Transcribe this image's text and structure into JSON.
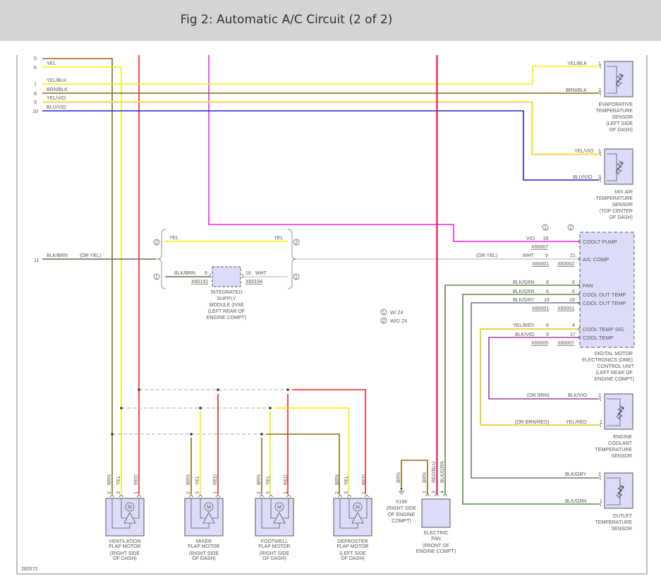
{
  "title": "Fig 2: Automatic A/C Circuit (2 of 2)",
  "figure_id": "260572",
  "colors": {
    "brn": "#8b6914",
    "yel": "#f5f000",
    "red": "#ee2222",
    "vio": "#ee22ee",
    "blu": "#2222cc",
    "grn": "#5a8a4a",
    "gry": "#777777",
    "wht": "#cccccc",
    "blk_brn": "#6e6450",
    "component_fill": "#dcdcfa",
    "component_stroke": "#555555"
  },
  "left_terminals": [
    {
      "num": "5",
      "wire": ""
    },
    {
      "num": "6",
      "wire": "YEL"
    },
    {
      "num": "7",
      "wire": "YEL/BLK"
    },
    {
      "num": "8",
      "wire": "BRN/BLK"
    },
    {
      "num": "9",
      "wire": "YEL/VIO"
    },
    {
      "num": "10",
      "wire": "BLU/VIO"
    },
    {
      "num": "11",
      "wire": "BLK/BRN",
      "alt": "(OR YEL)"
    }
  ],
  "legend": [
    {
      "marker": "1",
      "text": "W/ Z4"
    },
    {
      "marker": "2",
      "text": "W/O Z4"
    }
  ],
  "evap_sensor": {
    "name": [
      "EVAPORATIVE",
      "TEMPERATURE",
      "SENSOR",
      "(LEFT SIDE",
      "OF DASH)"
    ],
    "pins": [
      {
        "pin": "1",
        "wire": "YEL/BLK"
      },
      {
        "pin": "2",
        "wire": "BRN/BLK"
      }
    ]
  },
  "mix_sensor": {
    "name": [
      "MIX AIR",
      "TEMPERATURE",
      "SENSOR",
      "(TOP CENTER",
      "OF DASH)"
    ],
    "pins": [
      {
        "pin": "1",
        "wire": "YEL/VIO"
      },
      {
        "pin": "3",
        "wire": "BLU/VIO"
      }
    ]
  },
  "ivm": {
    "name": [
      "INTEGRATED",
      "SUPPLY",
      "MODULE (IVM)",
      "(LEFT REAR OF",
      "ENGINE COMPT)"
    ],
    "branch2_left": "YEL",
    "branch2_right": "YEL",
    "in_wire": "BLK/BRN",
    "in_pin": "9",
    "in_conn": "X60191",
    "out_pin": "16",
    "out_wire": "WHT",
    "out_conn": "X60194"
  },
  "dme": {
    "name": [
      "DIGITAL MOTOR",
      "ELECTRONICS (DME)",
      "CONTROL UNIT",
      "(LEFT REAR OF",
      "ENGINE COMPT)"
    ],
    "col_markers": [
      "1",
      "2"
    ],
    "pins": [
      {
        "label": "COOLT PUMP",
        "wire": "VIO",
        "pin1": "26",
        "pin2": "",
        "conn1": "X60007",
        "conn2": "",
        "alt": ""
      },
      {
        "label": "A/C COMP",
        "wire": "WHT",
        "pin1": "9",
        "pin2": "21",
        "conn1": "X60001",
        "conn2": "X60002",
        "alt": "(OR YEL)"
      },
      {
        "label": "FAN",
        "wire": "BLK/GRN",
        "pin1": "8",
        "pin2": "8",
        "conn1": "",
        "conn2": "",
        "alt": ""
      },
      {
        "label": "COOL OUT TEMP",
        "wire": "BLK/GRN",
        "pin1": "6",
        "pin2": "6",
        "conn1": "",
        "conn2": "",
        "alt": ""
      },
      {
        "label": "COOL OUT TEMP",
        "wire": "BLK/GRY",
        "pin1": "19",
        "pin2": "19",
        "conn1": "X60001",
        "conn2": "X60001",
        "alt": ""
      },
      {
        "label": "COOL TEMP SIG",
        "wire": "YEL/RED",
        "pin1": "8",
        "pin2": "4",
        "conn1": "",
        "conn2": "",
        "alt": ""
      },
      {
        "label": "COOL TEMP",
        "wire": "BLK/VIO",
        "pin1": "9",
        "pin2": "17",
        "conn1": "X60005",
        "conn2": "X60007",
        "alt": ""
      }
    ]
  },
  "ect_sensor": {
    "name": [
      "ENGINE",
      "COOLANT",
      "TEMPERATURE",
      "SENSOR"
    ],
    "pins": [
      {
        "pin": "2",
        "wire": "BLK/VIO",
        "alt": "(OR BRN)"
      },
      {
        "pin": "1",
        "wire": "YEL/RED",
        "alt": "(OR BRN/RED)"
      }
    ]
  },
  "outlet_sensor": {
    "name": [
      "OUTLET",
      "TEMPERATURE",
      "SENSOR"
    ],
    "pins": [
      {
        "pin": "2",
        "wire": "BLK/GRY"
      },
      {
        "pin": "1",
        "wire": "BLK/GRN"
      }
    ]
  },
  "flap_motors": [
    {
      "name": [
        "VENTILATION",
        "FLAP MOTOR"
      ],
      "loc": [
        "(RIGHT SIDE",
        "OF DASH)"
      ],
      "pins": [
        {
          "pin": "2",
          "wire": "BRN"
        },
        {
          "pin": "3",
          "wire": "YEL"
        },
        {
          "pin": "1",
          "wire": "RED"
        }
      ],
      "symbol": "M"
    },
    {
      "name": [
        "MIXER",
        "FLAP MOTOR"
      ],
      "loc": [
        "(RIGHT SIDE",
        "OF DASH)"
      ],
      "pins": [
        {
          "pin": "2",
          "wire": "BRN"
        },
        {
          "pin": "3",
          "wire": "YEL"
        },
        {
          "pin": "1",
          "wire": "RED"
        }
      ],
      "symbol": "M"
    },
    {
      "name": [
        "FOOTWELL",
        "FLAP MOTOR"
      ],
      "loc": [
        "(RIGHT SIDE",
        "OF DASH)"
      ],
      "pins": [
        {
          "pin": "2",
          "wire": "BRN"
        },
        {
          "pin": "3",
          "wire": "YEL"
        },
        {
          "pin": "1",
          "wire": "RED"
        }
      ],
      "symbol": "M"
    },
    {
      "name": [
        "DEFROSTER",
        "FLAP MOTOR"
      ],
      "loc": [
        "(LEFT SIDE",
        "OF DASH)"
      ],
      "pins": [
        {
          "pin": "2",
          "wire": "BRN"
        },
        {
          "pin": "3",
          "wire": "YEL"
        },
        {
          "pin": "1",
          "wire": "RED"
        }
      ],
      "symbol": "M"
    }
  ],
  "ground": {
    "wire": "BRN",
    "name": [
      "X166",
      "(RIGHT SIDE",
      "OF ENGINE",
      "COMPT)"
    ]
  },
  "electric_fan": {
    "name": [
      "ELECTRIC",
      "FAN"
    ],
    "loc": [
      "(FRONT OF",
      "ENGINE COMPT)"
    ],
    "pins": [
      {
        "pin": "1",
        "wire": "BRN"
      },
      {
        "pin": "2",
        "wire": "RED/BLU"
      },
      {
        "pin": "4",
        "wire": "BLK/GRN"
      }
    ]
  }
}
